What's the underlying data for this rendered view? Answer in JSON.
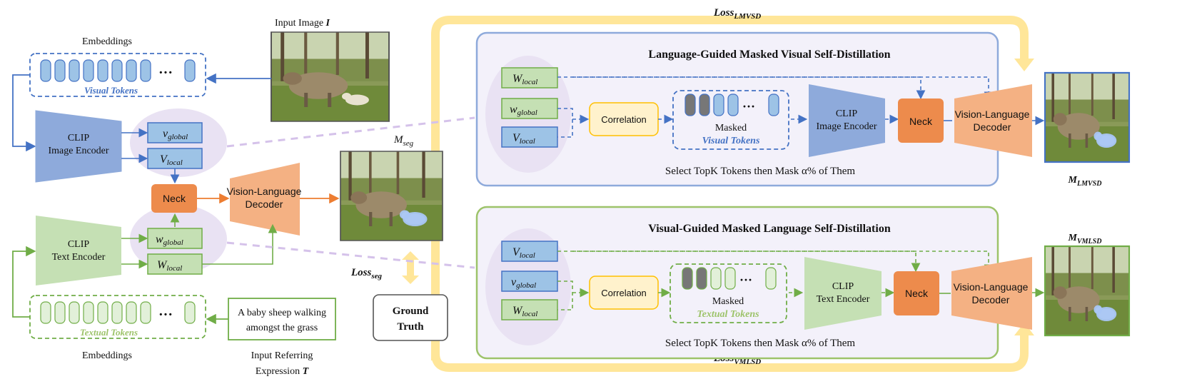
{
  "labels": {
    "input_image": "Input Image",
    "input_image_sym": "I",
    "embeddings_top": "Embeddings",
    "visual_tokens": "Visual Tokens",
    "clip_image_encoder_1": "CLIP",
    "clip_image_encoder_2": "Image Encoder",
    "v_global_main": "v",
    "v_global_sub": "global",
    "v_local_main": "V",
    "v_local_sub": "local",
    "w_global_main": "w",
    "w_global_sub": "global",
    "w_local_main": "W",
    "w_local_sub": "local",
    "neck": "Neck",
    "vl_decoder_1": "Vision-Language",
    "vl_decoder_2": "Decoder",
    "m_seg_main": "M",
    "m_seg_sub": "seg",
    "loss_seg_main": "Loss",
    "loss_seg_sub": "seg",
    "ground_truth_1": "Ground",
    "ground_truth_2": "Truth",
    "clip_text_encoder_1": "CLIP",
    "clip_text_encoder_2": "Text Encoder",
    "textual_tokens": "Textual Tokens",
    "embeddings_bottom": "Embeddings",
    "referring_text_1": "A baby sheep walking",
    "referring_text_2": "amongst the grass",
    "input_ref_1": "Input Referring",
    "input_ref_2": "Expression",
    "input_ref_sym": "T",
    "dots": "···",
    "loss_lmvsd_main": "Loss",
    "loss_lmvsd_sub": "LMVSD",
    "loss_vmlsd_main": "Loss",
    "loss_vmlsd_sub": "VMLSD",
    "lmvsd_title": "Language-Guided Masked Visual Self-Distillation",
    "vmlsd_title": "Visual-Guided Masked Language Self-Distillation",
    "correlation": "Correlation",
    "masked": "Masked",
    "select_topk": "Select TopK Tokens then Mask α% of Them",
    "m_lmvsd_main": "M",
    "m_lmvsd_sub": "LMVSD",
    "m_vmlsd_main": "M",
    "m_vmlsd_sub": "VMLSD"
  },
  "colors": {
    "blue_fill": "#8eaadb",
    "blue_stroke": "#4472c4",
    "blue_token": "#9dc3e6",
    "green_fill": "#c5e0b4",
    "green_stroke": "#70ad47",
    "green_token": "#e2f0d9",
    "orange_neck": "#ed8b4c",
    "orange_decoder": "#f4b183",
    "correlation_fill": "#fff2cc",
    "correlation_stroke": "#ffc000",
    "loss_arrow": "#ffe699",
    "purple_ellipse": "#e9e2f3",
    "panel_fill": "#f3f1fa"
  }
}
